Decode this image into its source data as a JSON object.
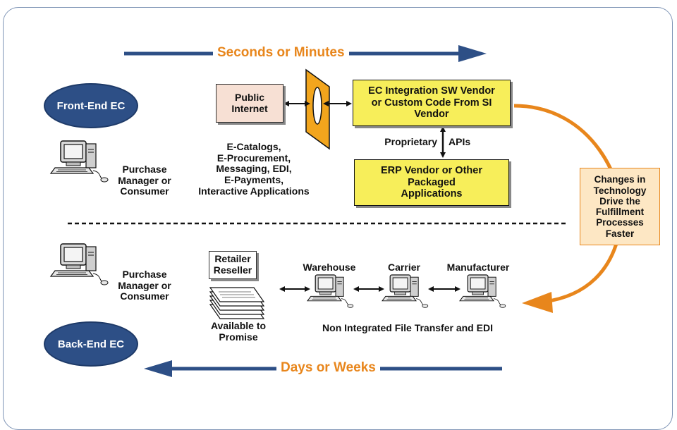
{
  "top_arrow_label": "Seconds or Minutes",
  "bottom_arrow_label": "Days or Weeks",
  "front_end_label": "Front-End EC",
  "back_end_label": "Back-End EC",
  "purchase_manager_top": "Purchase Manager or Consumer",
  "purchase_manager_bottom": "Purchase Manager or Consumer",
  "public_internet": "Public Internet",
  "ec_integration": "EC Integration SW Vendor or Custom Code From SI Vendor",
  "erp_vendor": "ERP Vendor or Other Packaged Applications",
  "proprietary": "Proprietary",
  "apis": "APIs",
  "app_list": [
    "E-Catalogs,",
    "E-Procurement,",
    "Messaging, EDI,",
    "E-Payments,",
    "Interactive Applications"
  ],
  "changes_box": "Changes in Technology Drive the Fulfillment Processes Faster",
  "retailer": "Retailer Reseller",
  "available": "Available to Promise",
  "warehouse": "Warehouse",
  "carrier": "Carrier",
  "manufacturer": "Manufacturer",
  "non_integrated": "Non Integrated File Transfer and EDI",
  "colors": {
    "navy": "#2d4f86",
    "orange": "#e8861c",
    "yellow": "#f7ee5a",
    "pink": "#f7e0d4",
    "light_orange": "#fde7c4"
  }
}
